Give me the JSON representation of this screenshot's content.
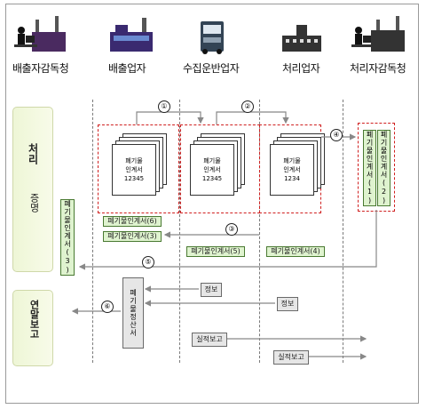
{
  "actors": [
    "배출자감독청",
    "배출업자",
    "수집운반업자",
    "처리업자",
    "처리자감독청"
  ],
  "side_sections": {
    "process": {
      "title": "처리",
      "subtitle": "증명"
    },
    "annual": {
      "title": "연말보고"
    }
  },
  "documents": {
    "emitter": [
      "폐기물",
      "인계서",
      "12345"
    ],
    "collector": [
      "폐기물",
      "인계서",
      "12345"
    ],
    "processor": [
      "폐기물",
      "인계서",
      "1234"
    ]
  },
  "green_labels": {
    "manifest_1": "폐기물인계서(1)",
    "manifest_2": "폐기물인계서(2)",
    "manifest_3": "폐기물인계서(3)",
    "manifest_4": "폐기물인계서(4)",
    "manifest_5": "폐기물인계서(5)",
    "manifest_6": "폐기물인계서(6)"
  },
  "vertical_labels": {
    "emitter_authority_manifest": "폐기물인계서(3)",
    "processor_authority_manifest_1": "폐기물인계서(1)",
    "processor_authority_manifest_2": "폐기물인계서(2)",
    "settlement": "폐기물정산서"
  },
  "grey_boxes": {
    "info_1": "정보",
    "info_2": "정보",
    "performance_report_1": "실적보고",
    "performance_report_2": "실적보고"
  },
  "step_numbers": [
    "①",
    "②",
    "③",
    "④",
    "⑤",
    "⑥"
  ]
}
